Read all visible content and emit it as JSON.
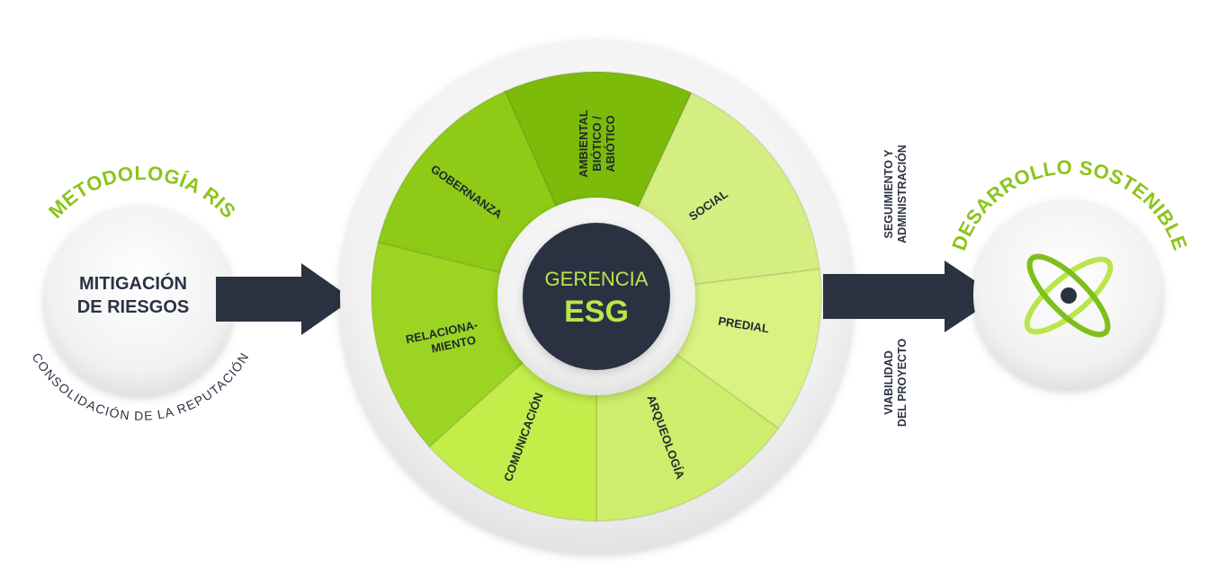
{
  "left": {
    "title": "METODOLOGÍA RIS",
    "center_line1": "MITIGACIÓN",
    "center_line2": "DE RIESGOS",
    "subtitle": "CONSOLIDACIÓN DE LA REPUTACIÓN"
  },
  "wheel": {
    "center_line1": "GERENCIA",
    "center_line2": "ESG",
    "segments": [
      {
        "label": "AMBIENTAL",
        "label2": "BIÓTICO /",
        "label3": "ABIÓTICO",
        "color": "#7dbb0b"
      },
      {
        "label": "SOCIAL",
        "color": "#d5ee82"
      },
      {
        "label": "PREDIAL",
        "color": "#d9f282"
      },
      {
        "label": "ARQUEOLOGÍA",
        "color": "#cdee6c"
      },
      {
        "label": "COMUNICACIÓN",
        "color": "#c3ee4a"
      },
      {
        "label": "RELACIONA-",
        "label2": "MIENTO",
        "color": "#9cd423"
      },
      {
        "label": "GOBERNANZA",
        "color": "#8fcb16"
      }
    ]
  },
  "side": {
    "top_line1": "SEGUIMIENTO Y",
    "top_line2": "ADMINISTRACIÓN",
    "bottom_line1": "VIABILIDAD",
    "bottom_line2": "DEL PROYECTO"
  },
  "right": {
    "title": "DESARROLLO SOSTENIBLE",
    "icon": "atom-orbit-icon"
  },
  "colors": {
    "accent_green": "#8cc41b",
    "dark": "#2b3342"
  }
}
